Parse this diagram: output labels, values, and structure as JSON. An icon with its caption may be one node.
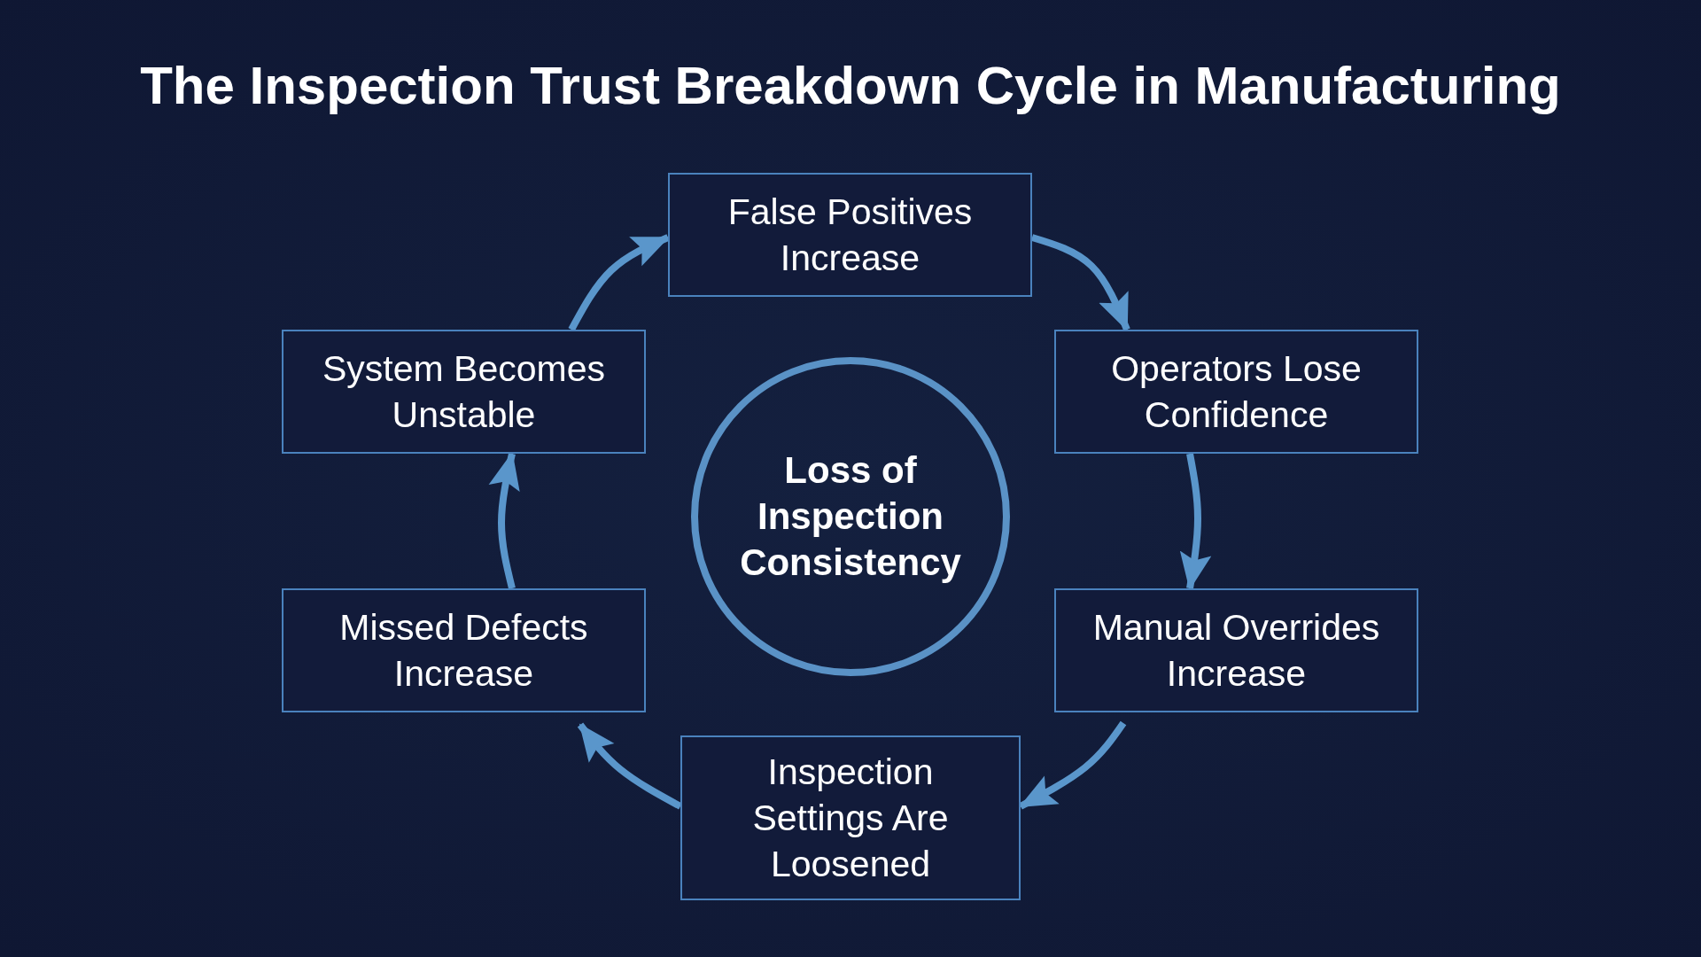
{
  "diagram": {
    "title": "The Inspection Trust Breakdown Cycle in Manufacturing",
    "nodes": [
      {
        "text": [
          "False Positives Increase"
        ]
      },
      {
        "text": [
          "System Becomes Unstable"
        ]
      },
      {
        "text": [
          "Operators Lose Confidence"
        ]
      },
      {
        "text": [
          "Loss of Inspection Consistency"
        ]
      },
      {
        "text": [
          "Missed Defects Increase"
        ]
      },
      {
        "text": [
          "Manual Overrides Increase"
        ]
      },
      {
        "text": [
          "Inspection Settings Are Loosened"
        ]
      }
    ],
    "edges": [
      {
        "from": 0,
        "to": 2,
        "arrow": "to"
      },
      {
        "from": 2,
        "to": 5,
        "arrow": "to"
      },
      {
        "from": 5,
        "to": 6,
        "arrow": "to"
      },
      {
        "from": 6,
        "to": 4,
        "arrow": "to"
      },
      {
        "from": 4,
        "to": 1,
        "arrow": "to"
      },
      {
        "from": 1,
        "to": 0,
        "arrow": "to"
      }
    ]
  }
}
